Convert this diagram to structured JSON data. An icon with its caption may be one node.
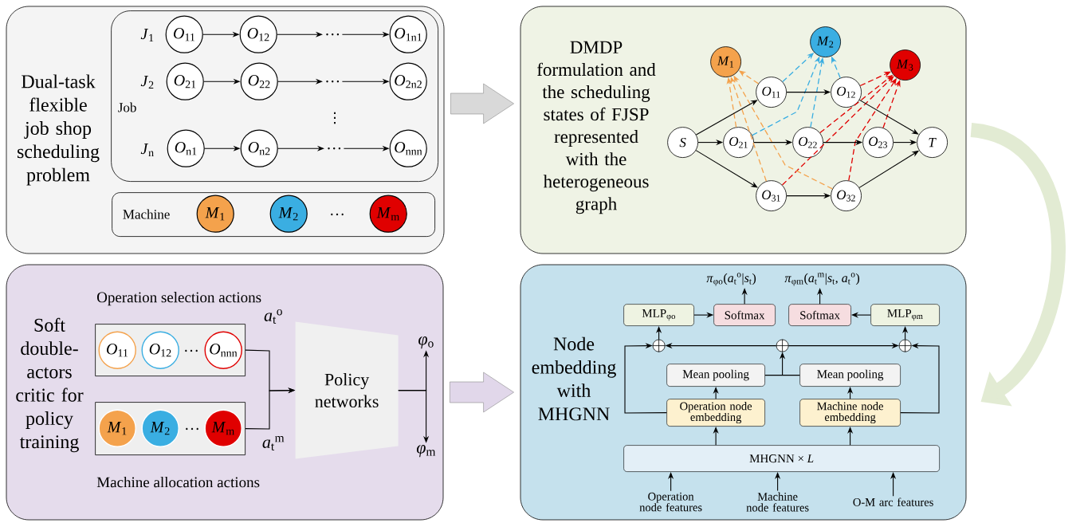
{
  "diagram": {
    "nodes": [
      {
        "text": [
          "Dual-task flexible job shop scheduling problem"
        ]
      },
      {
        "text": [
          "Job"
        ],
        "in": 0
      },
      {
        "text": [
          "*O*$_{11}$"
        ],
        "in": 1
      },
      {
        "text": [
          "*O*$_{12}$"
        ],
        "in": 1
      },
      {
        "text": [
          "…"
        ],
        "in": 1
      },
      {
        "text": [
          "*O*$_{1n1}$"
        ],
        "in": 1
      },
      {
        "text": [
          "*O*$_{21}$"
        ],
        "in": 1
      },
      {
        "text": [
          "*O*$_{22}$"
        ],
        "in": 1
      },
      {
        "text": [
          "…"
        ],
        "in": 1
      },
      {
        "text": [
          "*O*$_{2n2}$"
        ],
        "in": 1
      },
      {
        "text": [
          "*O*$_{n1}$"
        ],
        "in": 1
      },
      {
        "text": [
          "*O*$_{n2}$"
        ],
        "in": 1
      },
      {
        "text": [
          "…"
        ],
        "in": 1
      },
      {
        "text": [
          "*O*$_{nnn}$"
        ],
        "in": 1
      },
      {
        "text": [
          "Machine"
        ],
        "in": 0
      },
      {
        "text": [
          "*M*$_{1}$"
        ],
        "in": 14
      },
      {
        "text": [
          "*M*$_{2}$"
        ],
        "in": 14
      },
      {
        "text": [
          "*M*$_{m}$"
        ],
        "in": 14
      },
      {
        "text": [
          "DMDP formulation and the scheduling states of FJSP represented with the heterogeneous graph"
        ]
      },
      {
        "text": [
          "*M*$_{1}$"
        ],
        "in": 18
      },
      {
        "text": [
          "*M*$_{2}$"
        ],
        "in": 18
      },
      {
        "text": [
          "*M*$_{3}$"
        ],
        "in": 18
      },
      {
        "text": [
          "*O*$_{11}$"
        ],
        "in": 18
      },
      {
        "text": [
          "*O*$_{12}$"
        ],
        "in": 18
      },
      {
        "text": [
          "*S*"
        ],
        "in": 18
      },
      {
        "text": [
          "*O*$_{21}$"
        ],
        "in": 18
      },
      {
        "text": [
          "*O*$_{22}$"
        ],
        "in": 18
      },
      {
        "text": [
          "*O*$_{23}$"
        ],
        "in": 18
      },
      {
        "text": [
          "*T*"
        ],
        "in": 18
      },
      {
        "text": [
          "*O*$_{31}$"
        ],
        "in": 18
      },
      {
        "text": [
          "*O*$_{32}$"
        ],
        "in": 18
      },
      {
        "text": [
          "Soft double-actors critic for policy training"
        ]
      },
      {
        "text": [
          "Operation selection actions"
        ],
        "in": 31
      },
      {
        "text": [
          "*O*$_{11}$"
        ],
        "in": 32
      },
      {
        "text": [
          "*O*$_{12}$"
        ],
        "in": 32
      },
      {
        "text": [
          "*O*$_{nnn}$"
        ],
        "in": 32
      },
      {
        "text": [
          "Machine allocation actions"
        ],
        "in": 31
      },
      {
        "text": [
          "*M*$_{1}$"
        ],
        "in": 36
      },
      {
        "text": [
          "*M*$_{2}$"
        ],
        "in": 36
      },
      {
        "text": [
          "*M*$_{m}$"
        ],
        "in": 36
      },
      {
        "text": [
          "Policy networks"
        ],
        "in": 31
      },
      {
        "text": [
          "*φ*$_{o}$"
        ],
        "in": 31
      },
      {
        "text": [
          "*φ*$_{m}$"
        ],
        "in": 31
      },
      {
        "text": [
          "Node embedding with MHGNN"
        ]
      },
      {
        "text": [
          "*π*$_{φo}$(*a*$_{t}$$^{o}$|*s*$_{t}$)"
        ],
        "in": 43
      },
      {
        "text": [
          "*π*$_{φm}$(*a*$_{t}$$^{m}$|*s*$_{t}$, *a*$_{t}$$^{o}$)"
        ],
        "in": 43
      },
      {
        "text": [
          "MLP$_{φo}$"
        ],
        "in": 43
      },
      {
        "text": [
          "Softmax"
        ],
        "in": 43
      },
      {
        "text": [
          "Softmax"
        ],
        "in": 43
      },
      {
        "text": [
          "MLP$_{φm}$"
        ],
        "in": 43
      },
      {
        "text": [],
        "shape": "circle",
        "in": 43
      },
      {
        "text": [],
        "shape": "circle",
        "in": 43
      },
      {
        "text": [],
        "shape": "circle",
        "in": 43
      },
      {
        "text": [
          "Mean pooling"
        ],
        "in": 43
      },
      {
        "text": [
          "Mean pooling"
        ],
        "in": 43
      },
      {
        "text": [
          "Operation node embedding"
        ],
        "in": 43
      },
      {
        "text": [
          "Machine node embedding"
        ],
        "in": 43
      },
      {
        "text": [
          "MHGNN × *L*"
        ],
        "in": 43
      },
      {
        "text": [
          "Operation node features"
        ],
        "in": 43
      },
      {
        "text": [
          "Machine node features"
        ],
        "in": 43
      },
      {
        "text": [
          "O-M arc features"
        ],
        "in": 43
      }
    ],
    "edges": [
      {
        "from": 2,
        "to": 3,
        "arrow": "to"
      },
      {
        "from": 3,
        "to": 4,
        "arrow": "to"
      },
      {
        "from": 4,
        "to": 5,
        "arrow": "to"
      },
      {
        "from": 6,
        "to": 7,
        "arrow": "to"
      },
      {
        "from": 7,
        "to": 8,
        "arrow": "to"
      },
      {
        "from": 8,
        "to": 9,
        "arrow": "to"
      },
      {
        "from": 10,
        "to": 11,
        "arrow": "to"
      },
      {
        "from": 11,
        "to": 12,
        "arrow": "to"
      },
      {
        "from": 12,
        "to": 13,
        "arrow": "to"
      },
      {
        "from": 0,
        "to": 18,
        "arrow": "to",
        "style": "thick",
        "color": "#d9d9d9"
      },
      {
        "from": 24,
        "to": 22,
        "arrow": "to"
      },
      {
        "from": 24,
        "to": 25,
        "arrow": "to"
      },
      {
        "from": 24,
        "to": 29,
        "arrow": "to"
      },
      {
        "from": 22,
        "to": 23,
        "arrow": "to"
      },
      {
        "from": 25,
        "to": 26,
        "arrow": "to"
      },
      {
        "from": 26,
        "to": 27,
        "arrow": "to"
      },
      {
        "from": 27,
        "to": 28,
        "arrow": "to"
      },
      {
        "from": 23,
        "to": 28,
        "arrow": "to"
      },
      {
        "from": 29,
        "to": 30,
        "arrow": "to"
      },
      {
        "from": 30,
        "to": 28,
        "arrow": "to"
      },
      {
        "from": 22,
        "to": 19,
        "arrow": "to",
        "style": "dashed",
        "color": "#f4a24c"
      },
      {
        "from": 25,
        "to": 19,
        "arrow": "to",
        "style": "dashed",
        "color": "#f4a24c"
      },
      {
        "from": 29,
        "to": 19,
        "arrow": "to",
        "style": "dashed",
        "color": "#f4a24c"
      },
      {
        "from": 30,
        "to": 19,
        "arrow": "to",
        "style": "dashed",
        "color": "#f4a24c"
      },
      {
        "from": 22,
        "to": 20,
        "arrow": "to",
        "style": "dashed",
        "color": "#3aaee2"
      },
      {
        "from": 25,
        "to": 20,
        "arrow": "to",
        "style": "dashed",
        "color": "#3aaee2"
      },
      {
        "from": 26,
        "to": 20,
        "arrow": "to",
        "style": "dashed",
        "color": "#3aaee2"
      },
      {
        "from": 23,
        "to": 20,
        "arrow": "to",
        "style": "dashed",
        "color": "#3aaee2"
      },
      {
        "from": 23,
        "to": 21,
        "arrow": "to",
        "style": "dashed",
        "color": "#e00000"
      },
      {
        "from": 26,
        "to": 21,
        "arrow": "to",
        "style": "dashed",
        "color": "#e00000"
      },
      {
        "from": 29,
        "to": 21,
        "arrow": "to",
        "style": "dashed",
        "color": "#e00000"
      },
      {
        "from": 27,
        "to": 21,
        "arrow": "to",
        "style": "dashed",
        "color": "#e00000"
      },
      {
        "from": 30,
        "to": 21,
        "arrow": "to",
        "style": "dashed",
        "color": "#e00000"
      },
      {
        "from": 18,
        "to": 43,
        "arrow": "to",
        "style": "thick",
        "color": "#e2ebd3"
      },
      {
        "from": 31,
        "to": 43,
        "arrow": "to",
        "style": "thick",
        "color": "#e1d7ea"
      },
      {
        "from": 32,
        "to": 40,
        "arrow": "to",
        "label": "*a*$_{t}$$^{o}$"
      },
      {
        "from": 36,
        "to": 40,
        "arrow": "to",
        "label": "*a*$_{t}$$^{m}$"
      },
      {
        "from": 40,
        "to": 41,
        "arrow": "to"
      },
      {
        "from": 40,
        "to": 42,
        "arrow": "to"
      },
      {
        "from": 47,
        "to": 44,
        "arrow": "to"
      },
      {
        "from": 48,
        "to": 45,
        "arrow": "to"
      },
      {
        "from": 46,
        "to": 47,
        "arrow": "to"
      },
      {
        "from": 49,
        "to": 48,
        "arrow": "to"
      },
      {
        "from": 50,
        "to": 46,
        "arrow": "to"
      },
      {
        "from": 52,
        "to": 49,
        "arrow": "to"
      },
      {
        "from": 51,
        "to": 50,
        "arrow": "to"
      },
      {
        "from": 51,
        "to": 52,
        "arrow": "to"
      },
      {
        "from": 55,
        "to": 50,
        "arrow": "to"
      },
      {
        "from": 56,
        "to": 52,
        "arrow": "to"
      },
      {
        "from": 53,
        "to": 51,
        "arrow": "to"
      },
      {
        "from": 54,
        "to": 51,
        "arrow": "to"
      },
      {
        "from": 55,
        "to": 53,
        "arrow": "to"
      },
      {
        "from": 56,
        "to": 54,
        "arrow": "to"
      },
      {
        "from": 57,
        "to": 55,
        "arrow": "to"
      },
      {
        "from": 57,
        "to": 56,
        "arrow": "to"
      },
      {
        "from": 58,
        "to": 57,
        "arrow": "to"
      },
      {
        "from": 59,
        "to": 57,
        "arrow": "to"
      },
      {
        "from": 60,
        "to": 57,
        "arrow": "to"
      }
    ],
    "labels": [
      "*J*$_{1}$",
      "*J*$_{2}$",
      "*J*$_{n}$",
      "⋮",
      "…",
      "…",
      "…"
    ]
  }
}
